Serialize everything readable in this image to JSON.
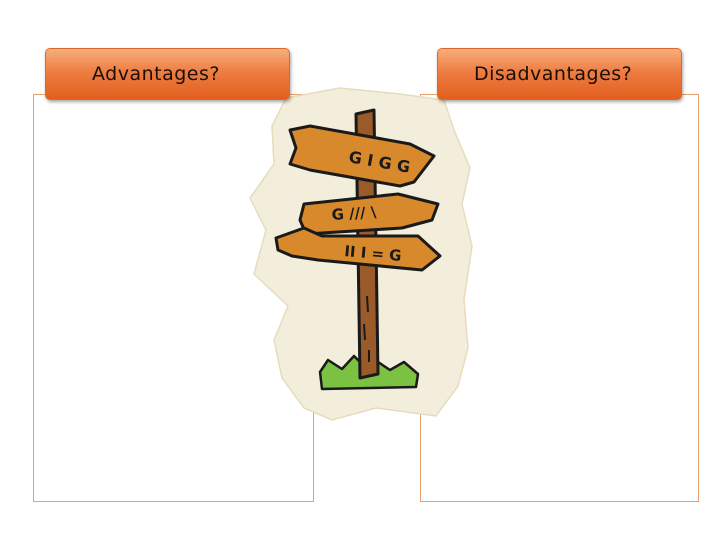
{
  "slide": {
    "left_heading": "Advantages?",
    "right_heading": "Disadvantages?"
  },
  "clipart": {
    "icon": "signpost-icon",
    "sign_top_text": "G I G G",
    "sign_middle_text": "G /// \\",
    "sign_bottom_text": "II I = G"
  },
  "colors": {
    "heading_fill": "#ee7d43",
    "box_border": "#e8a070",
    "clipart_backdrop": "#f3eedb",
    "sign_wood": "#d8892c",
    "post_wood": "#9b5a2a",
    "grass": "#7bc142"
  }
}
